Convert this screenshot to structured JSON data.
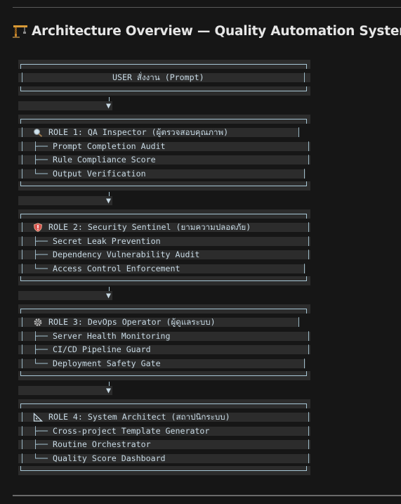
{
  "heading": {
    "icon": "construction-crane-icon",
    "title": "Architecture Overview — Quality Automation System"
  },
  "diagram": {
    "user_box": {
      "label": "USER สั่งงาน (Prompt)"
    },
    "arrow": "▼",
    "roles": [
      {
        "icon": "magnifier-icon",
        "title": "ROLE 1: QA Inspector (ผู้ตรวจสอบคุณภาพ)",
        "items": [
          "Prompt Completion Audit",
          "Rule Compliance Score",
          "Output Verification"
        ]
      },
      {
        "icon": "shield-icon",
        "title": "ROLE 2: Security Sentinel (ยามความปลอดภัย)",
        "items": [
          "Secret Leak Prevention",
          "Dependency Vulnerability Audit",
          "Access Control Enforcement"
        ]
      },
      {
        "icon": "gear-icon",
        "title": "ROLE 3: DevOps Operator (ผู้ดูแลระบบ)",
        "items": [
          "Server Health Monitoring",
          "CI/CD Pipeline Guard",
          "Deployment Safety Gate"
        ]
      },
      {
        "icon": "triangle-ruler-icon",
        "title": "ROLE 4: System Architect (สถาปนิกระบบ)",
        "items": [
          "Cross-project Template Generator",
          "Routine Orchestrator",
          "Quality Score Dashboard"
        ]
      }
    ]
  },
  "colors": {
    "background": "#161616",
    "code_line_bg": "#2c2c2c",
    "code_text": "#c9dbe6",
    "heading_text": "#e6e6e6"
  }
}
